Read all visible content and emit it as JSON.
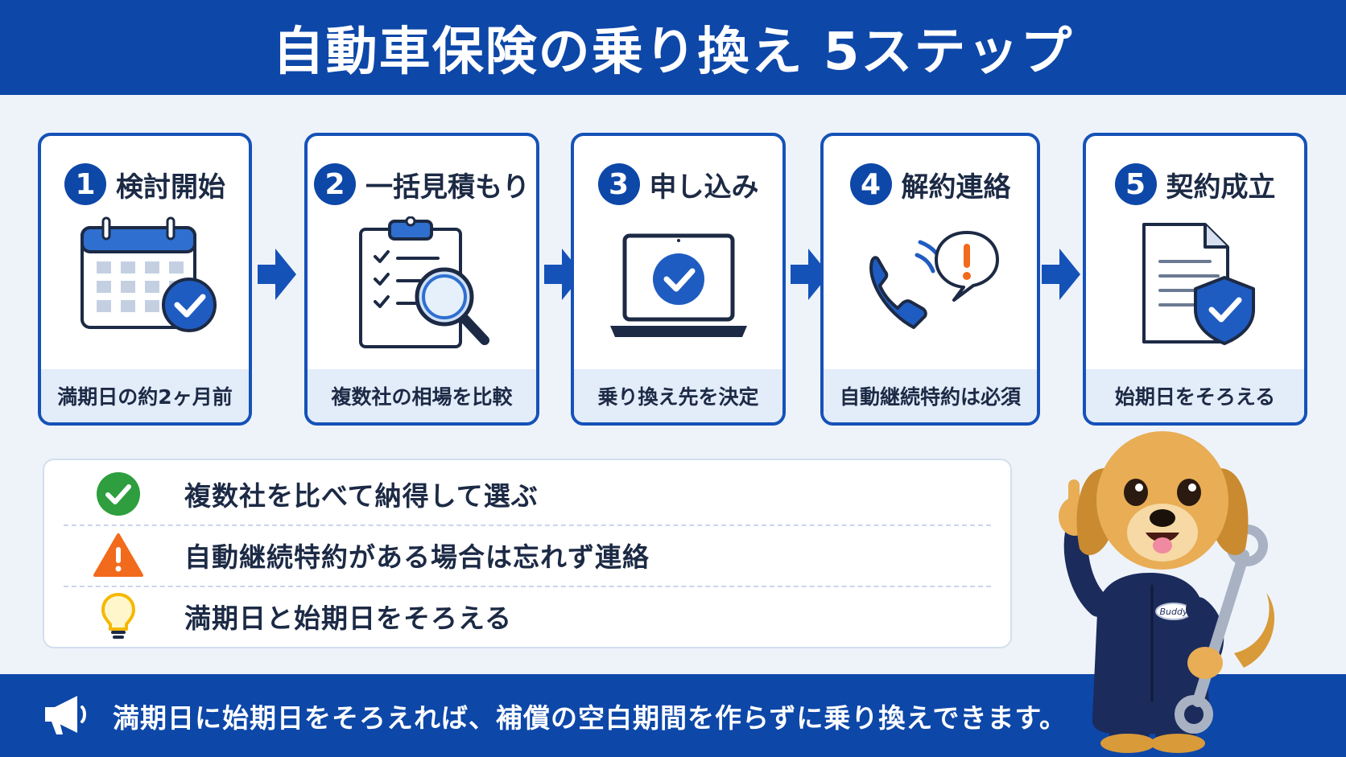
{
  "header": {
    "title": "自動車保険の乗り換え 5ステップ"
  },
  "steps": [
    {
      "number": "1",
      "title": "検討開始",
      "note": "満期日の約2ヶ月前",
      "icon": "calendar-check-icon"
    },
    {
      "number": "2",
      "title": "一括見積もり",
      "note": "複数社の相場を比較",
      "icon": "clipboard-search-icon"
    },
    {
      "number": "3",
      "title": "申し込み",
      "note": "乗り換え先を決定",
      "icon": "laptop-check-icon"
    },
    {
      "number": "4",
      "title": "解約連絡",
      "note": "自動継続特約は必須",
      "icon": "phone-alert-icon"
    },
    {
      "number": "5",
      "title": "契約成立",
      "note": "始期日をそろえる",
      "icon": "document-shield-icon"
    }
  ],
  "tips": [
    {
      "text": "複数社を比べて納得して選ぶ",
      "icon": "check-circle-icon",
      "color": "#2e9e3e"
    },
    {
      "text": "自動継続特約がある場合は忘れず連絡",
      "icon": "warning-icon",
      "color": "#f26a1b"
    },
    {
      "text": "満期日と始期日をそろえる",
      "icon": "lightbulb-icon",
      "color": "#f5b800"
    }
  ],
  "footer": {
    "text": "満期日に始期日をそろえれば、補償の空白期間を作らずに乗り換えできます。",
    "icon": "megaphone-icon"
  },
  "mascot": {
    "badge": "Buddy"
  },
  "colors": {
    "brand": "#0d47a8",
    "accent": "#1552b8",
    "background": "#eef3fa"
  }
}
